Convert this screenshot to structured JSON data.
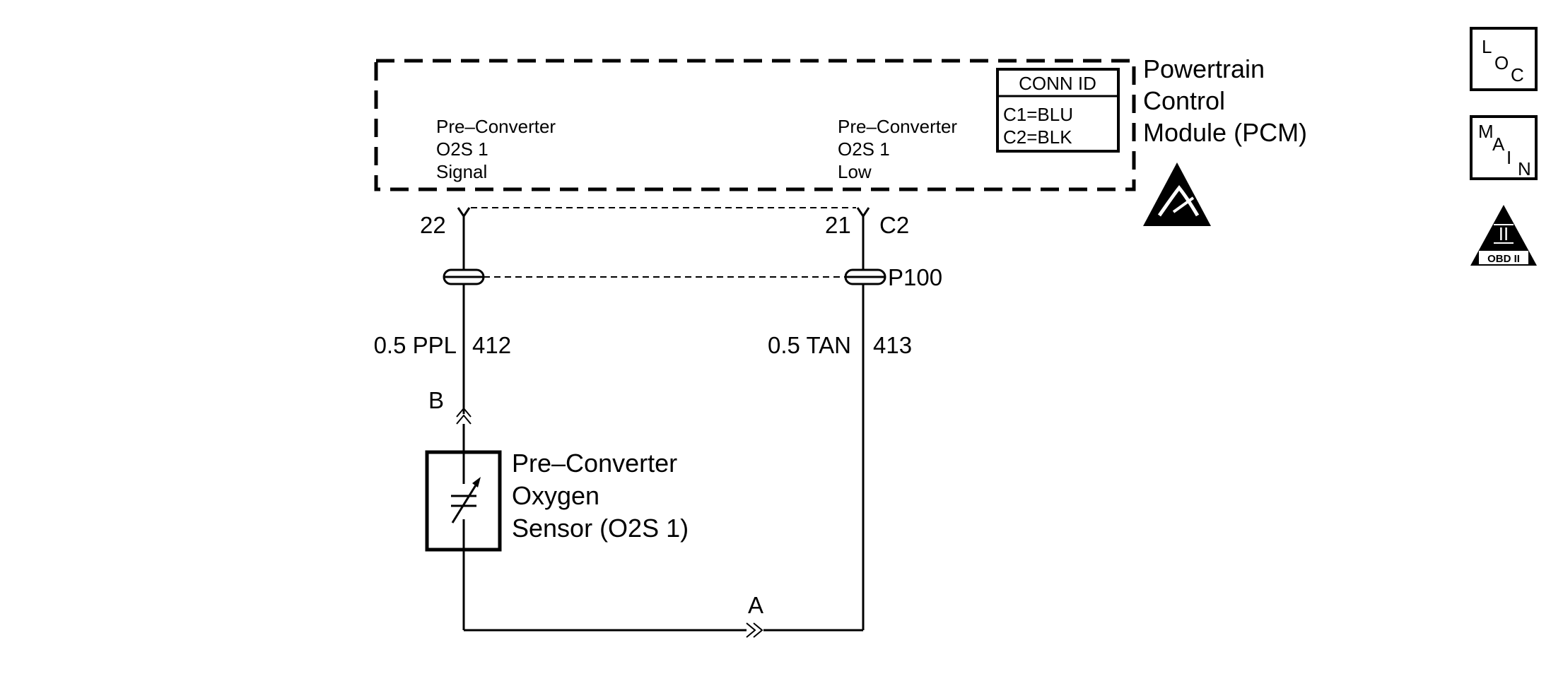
{
  "colors": {
    "ink": "#000000",
    "background": "#ffffff"
  },
  "module": {
    "name_lines": [
      "Powertrain",
      "Control",
      "Module (PCM)"
    ],
    "conn_id": {
      "title": "CONN ID",
      "c1": "C1=BLU",
      "c2": "C2=BLK"
    },
    "signal_label": [
      "Pre–Converter",
      "O2S 1",
      "Signal"
    ],
    "low_label": [
      "Pre–Converter",
      "O2S 1",
      "Low"
    ],
    "pin_left": "22",
    "pin_right": "21",
    "connector": "C2",
    "esd_icon": "esd-warning-icon"
  },
  "shield_connector": "P100",
  "wires": {
    "left": {
      "gauge_color": "0.5 PPL",
      "circuit": "412"
    },
    "right": {
      "gauge_color": "0.5 TAN",
      "circuit": "413"
    }
  },
  "sensor": {
    "name_lines": [
      "Pre–Converter",
      "Oxygen",
      "Sensor (O2S 1)"
    ],
    "terminal_b": "B",
    "terminal_a": "A",
    "icon": "variable-resistor-icon"
  },
  "side_icons": {
    "loc": {
      "top": "L",
      "middle": "O",
      "bottom": "C"
    },
    "main": {
      "top": "M",
      "middle": "A",
      "lower": "I",
      "bottom": "N"
    },
    "obd": {
      "numeral": "II",
      "caption": "OBD II"
    }
  }
}
